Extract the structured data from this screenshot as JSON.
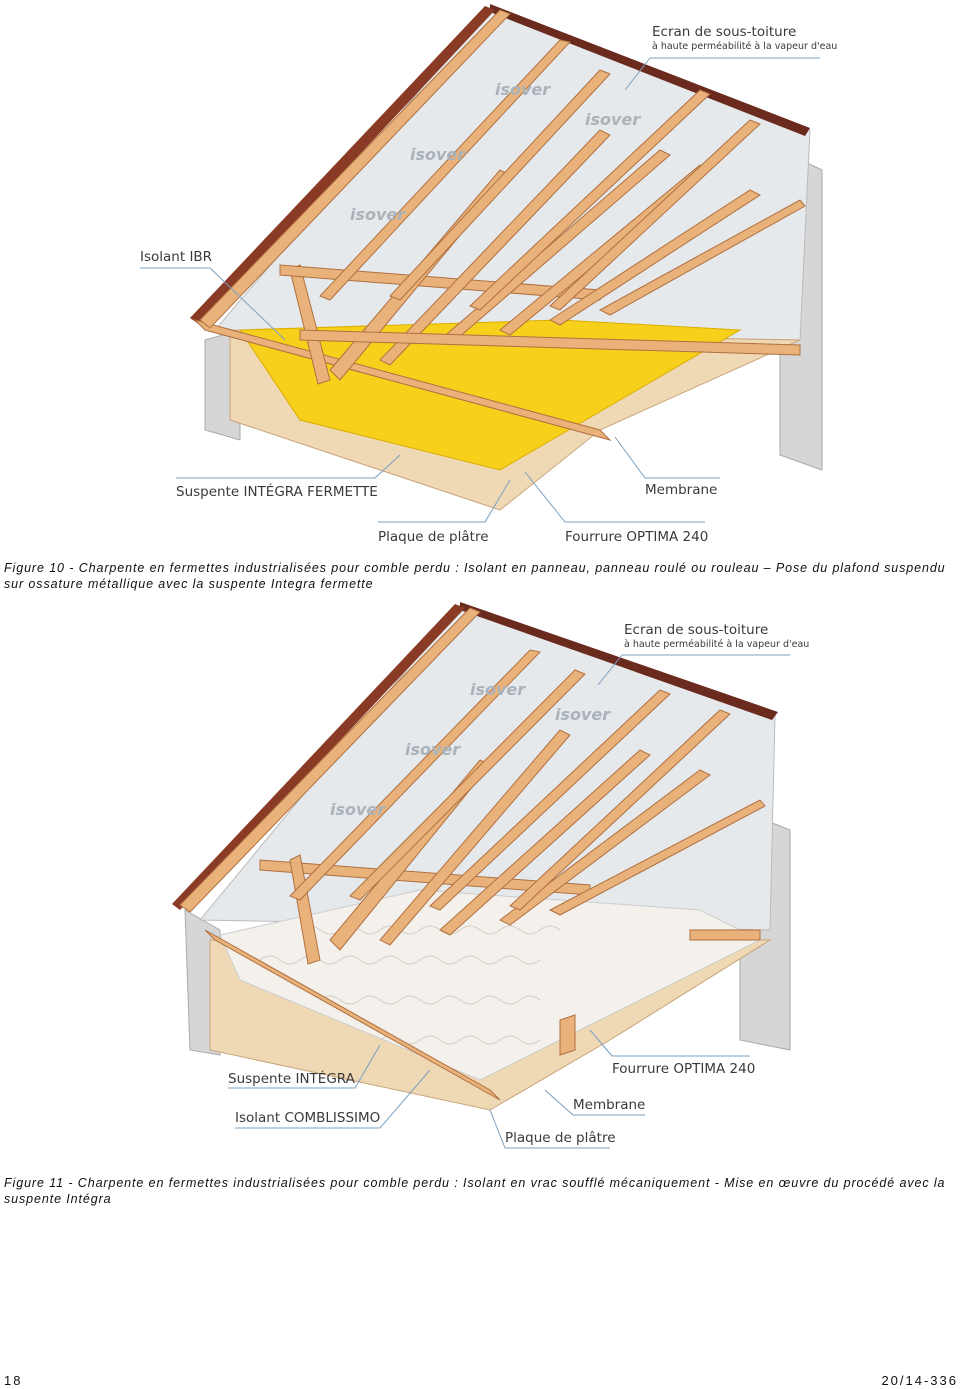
{
  "figure10": {
    "labels": {
      "ecran_title": "Ecran de sous-toiture",
      "ecran_sub": "à haute perméabilité à la vapeur d'eau",
      "isolant": "Isolant IBR",
      "suspente": "Suspente INTÉGRA FERMETTE",
      "membrane": "Membrane",
      "plaque": "Plaque de plâtre",
      "fourrure": "Fourrure OPTIMA 240"
    },
    "brand_mark": "isover",
    "caption": "Figure 10 - Charpente en fermettes industrialisées pour comble perdu : Isolant en panneau, panneau roulé ou rouleau – Pose du plafond suspendu sur ossature métallique avec la suspente Integra fermette"
  },
  "figure11": {
    "labels": {
      "ecran_title": "Ecran de sous-toiture",
      "ecran_sub": "à haute perméabilité à la vapeur d'eau",
      "suspente": "Suspente INTÉGRA",
      "isolant": "Isolant COMBLISSIMO",
      "fourrure": "Fourrure OPTIMA 240",
      "membrane": "Membrane",
      "plaque": "Plaque de plâtre"
    },
    "brand_mark": "isover",
    "caption": "Figure 11 - Charpente en fermettes industrialisées pour comble perdu : Isolant en vrac soufflé mécaniquement - Mise en œuvre du procédé avec la suspente Intégra"
  },
  "footer": {
    "page_number": "18",
    "reference": "20/14-336"
  },
  "colors": {
    "wood": "#e8b27a",
    "wood_edge": "#b07040",
    "insulation_yellow": "#f7d01c",
    "roof": "#6b2a1e",
    "wall": "#d9d9d9",
    "screen": "#e6e9ec"
  }
}
